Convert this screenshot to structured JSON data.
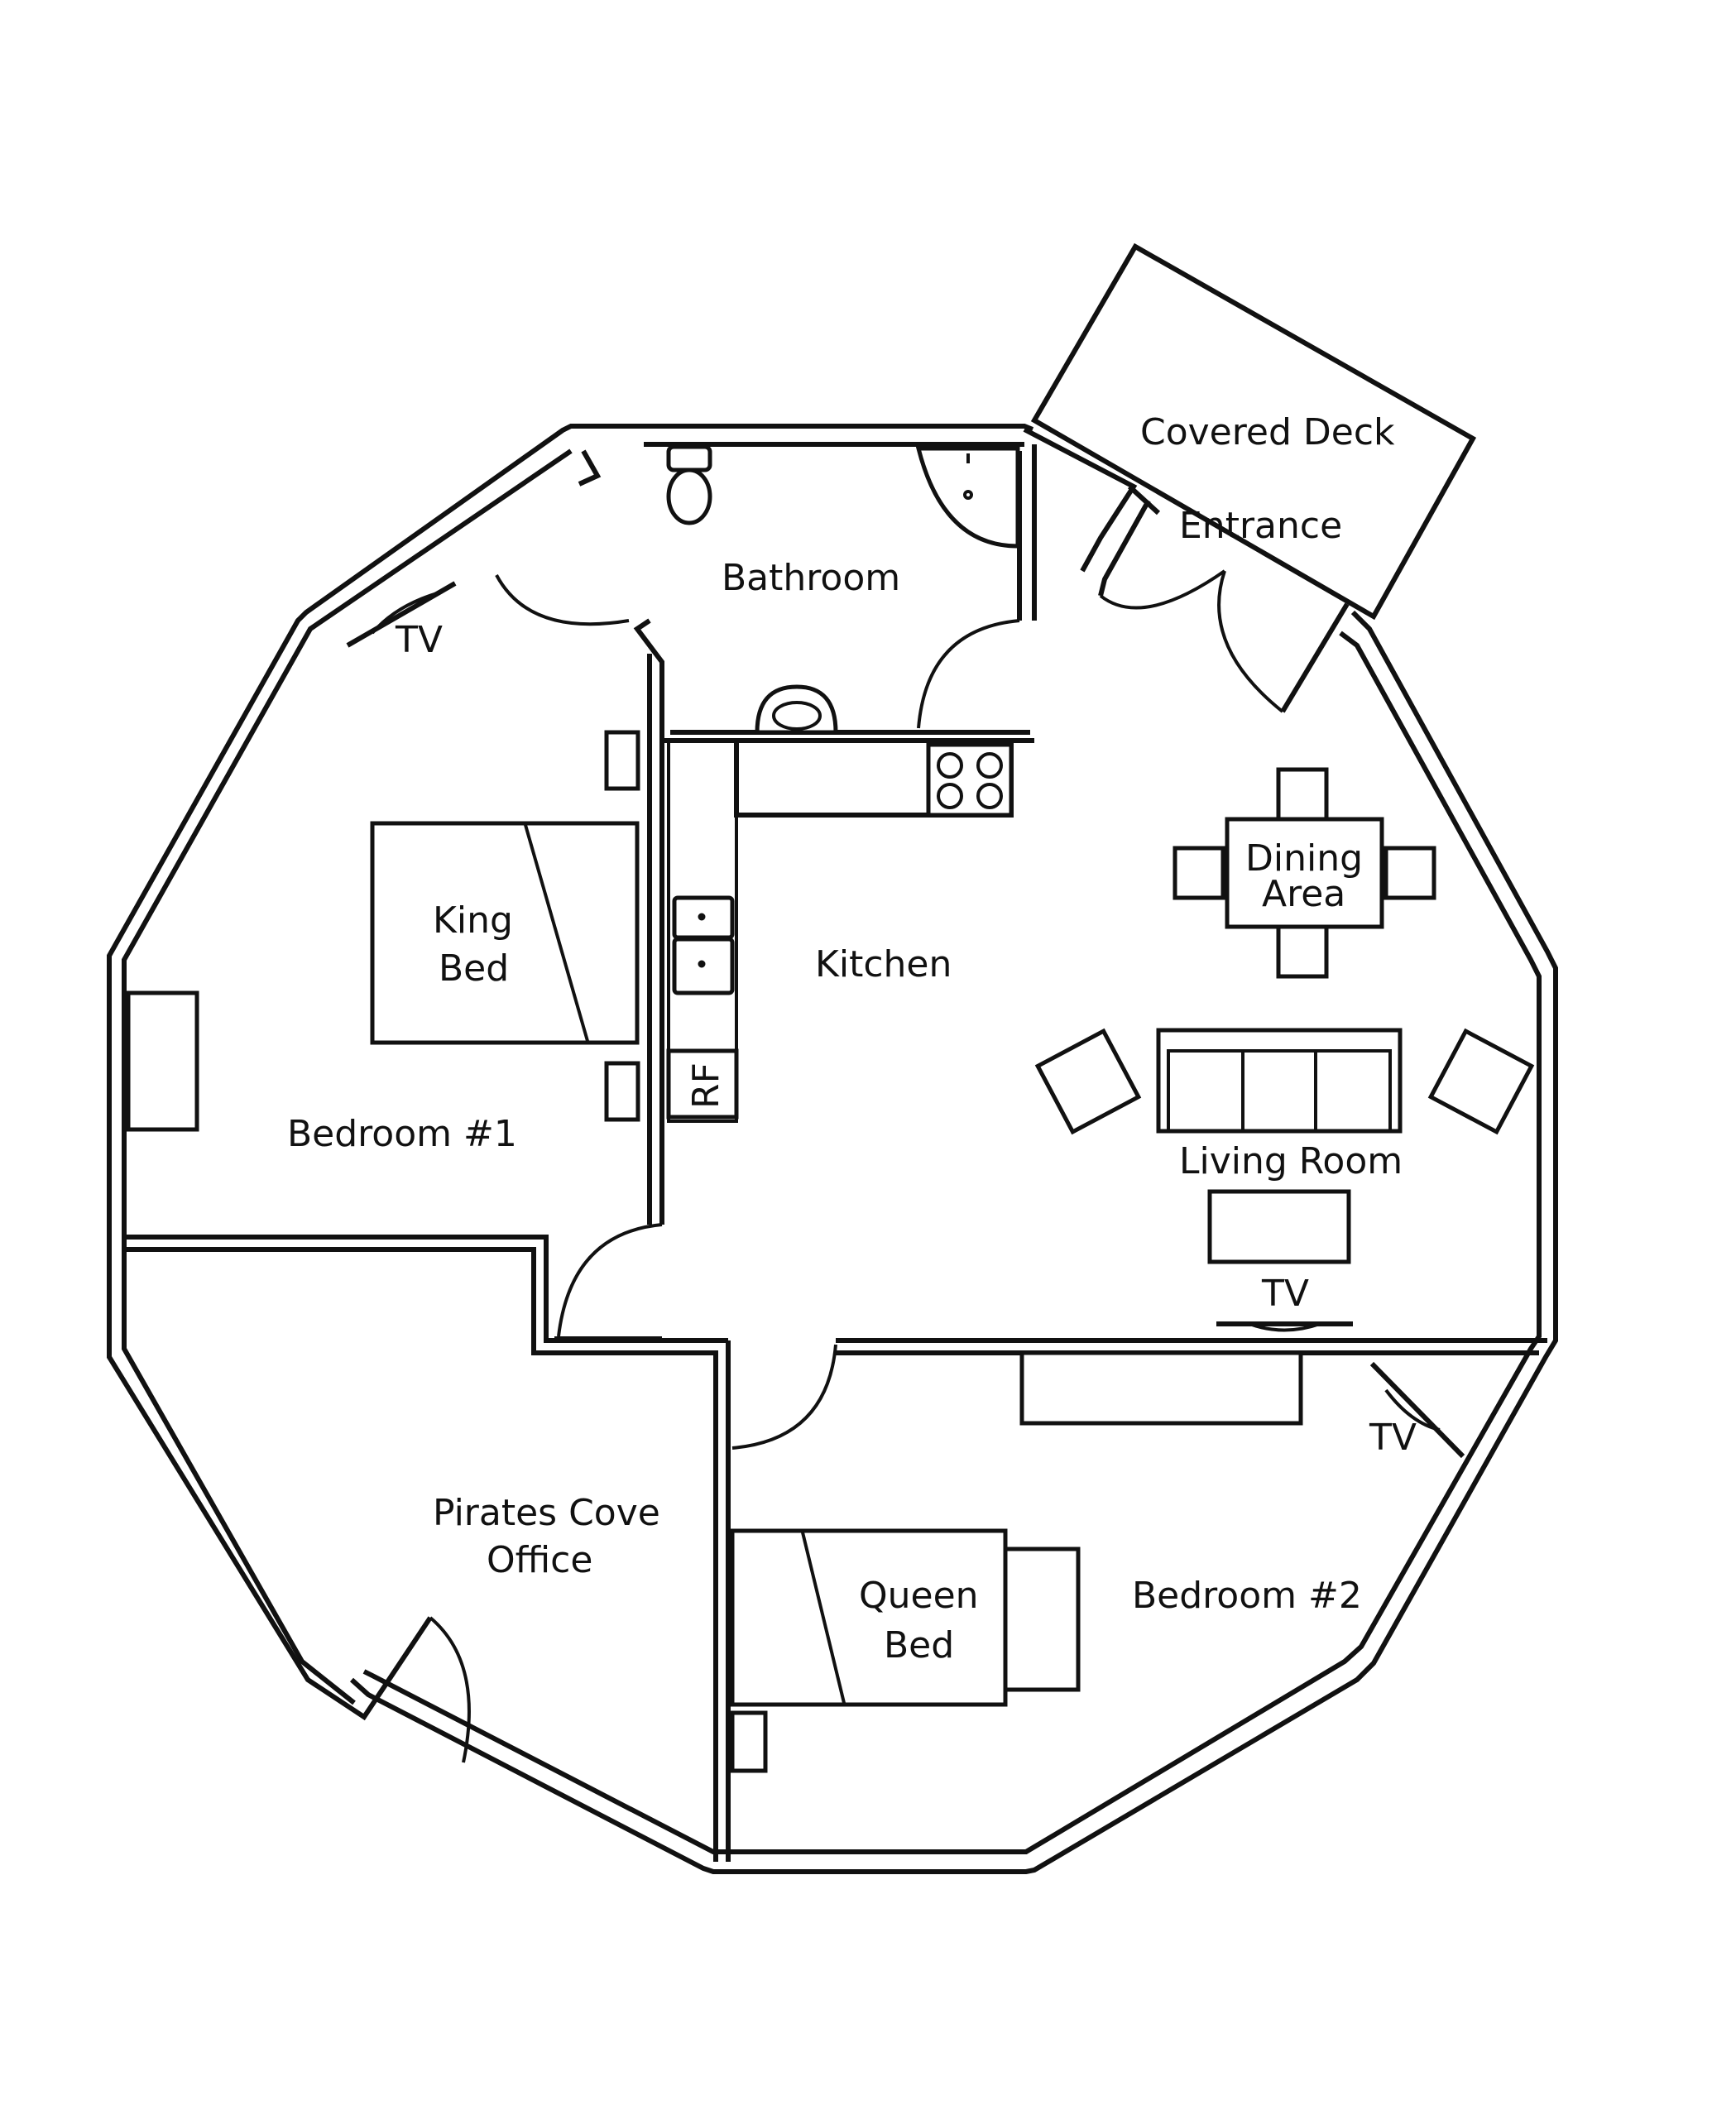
{
  "colors": {
    "line": "#111111",
    "background": "#ffffff"
  },
  "labels": {
    "covered_deck": "Covered Deck",
    "entrance": "Entrance",
    "bathroom": "Bathroom",
    "tv": "TV",
    "king_bed_line1": "King",
    "king_bed_line2": "Bed",
    "kitchen": "Kitchen",
    "refrigerator": "RF",
    "dining_line1": "Dining",
    "dining_line2": "Area",
    "living_room": "Living Room",
    "bedroom_1": "Bedroom #1",
    "pirates_line1": "Pirates Cove",
    "pirates_line2": "Office",
    "queen_bed_line1": "Queen",
    "queen_bed_line2": "Bed",
    "bedroom_2": "Bedroom #2"
  },
  "icons": [
    "toilet-icon",
    "shower-icon",
    "sink-icon",
    "stove-icon",
    "double-sink-icon",
    "tv-icon",
    "door-swing-icon"
  ]
}
